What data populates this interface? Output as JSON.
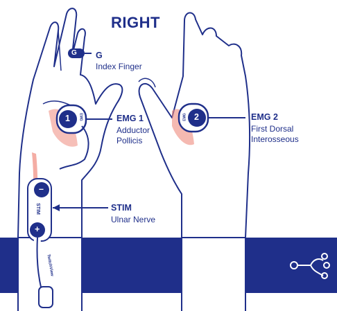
{
  "title": "RIGHT",
  "colors": {
    "navy": "#1f2f8a",
    "muscle": "#ef8a7d",
    "bg": "#ffffff"
  },
  "electrodes": {
    "g": {
      "badge": "G",
      "name": "G",
      "site": "Index Finger"
    },
    "emg1": {
      "badge": "1",
      "tag": "EMG",
      "name": "EMG 1",
      "site_line1": "Adductor",
      "site_line2": "Pollicis"
    },
    "emg2": {
      "badge": "2",
      "tag": "EMG",
      "name": "EMG 2",
      "site_line1": "First Dorsal",
      "site_line2": "Interosseous"
    },
    "stim": {
      "minus": "–",
      "plus": "+",
      "tag": "STIM",
      "name": "STIM",
      "site": "Ulnar Nerve"
    }
  },
  "cable_label": "TwitchView",
  "connector_icon": "lead-connector-icon"
}
